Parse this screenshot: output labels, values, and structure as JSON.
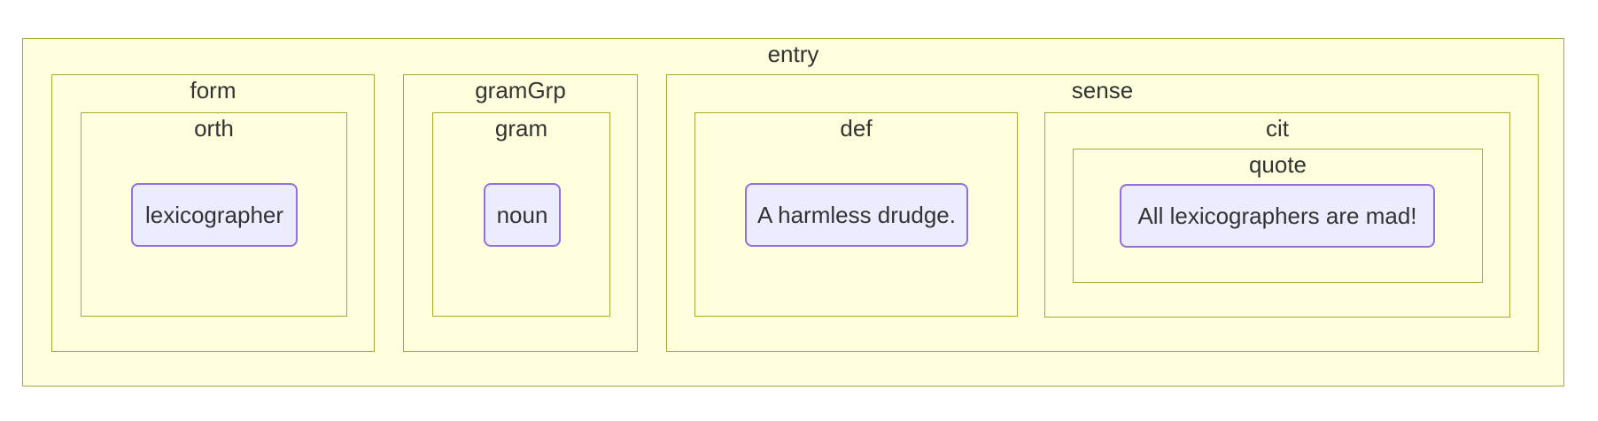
{
  "diagram": {
    "type": "nested-element-boxes",
    "description": "TEI dictionary entry structure diagram with nested element containers and value nodes",
    "colors": {
      "container_fill": "#ffffde",
      "container_border": "#aaaa33",
      "value_fill": "#ececff",
      "value_border": "#9370db",
      "text": "#333333",
      "page_background": "#ffffff"
    }
  },
  "nodes": {
    "entry": {
      "label": "entry"
    },
    "form": {
      "label": "form"
    },
    "orth": {
      "label": "orth"
    },
    "gramGrp": {
      "label": "gramGrp"
    },
    "gram": {
      "label": "gram"
    },
    "sense": {
      "label": "sense"
    },
    "def": {
      "label": "def"
    },
    "cit": {
      "label": "cit"
    },
    "quote": {
      "label": "quote"
    },
    "orth_value": {
      "value": "lexicographer"
    },
    "gram_value": {
      "value": "noun"
    },
    "def_value": {
      "value": "A harmless drudge."
    },
    "quote_value": {
      "value": "All lexicographers are mad!"
    }
  },
  "hierarchy": {
    "entry": {
      "form": {
        "orth": "lexicographer"
      },
      "gramGrp": {
        "gram": "noun"
      },
      "sense": {
        "def": "A harmless drudge.",
        "cit": {
          "quote": "All lexicographers are mad!"
        }
      }
    }
  }
}
